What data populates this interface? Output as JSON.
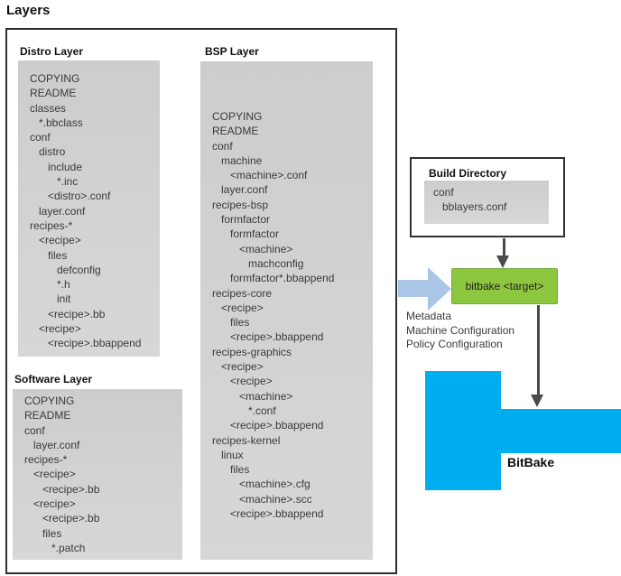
{
  "title": "Layers",
  "colors": {
    "box_gray": "#d1d1d1",
    "border_dark": "#2f2f2f",
    "arrow_dark": "#4a4a4a",
    "bitbake_green": "#8dc63f",
    "input_arrow_blue": "#a9c6e6",
    "bitbake_cyan": "#00aeef"
  },
  "layers_panel": {
    "distro": {
      "heading": "Distro Layer",
      "lines": [
        "COPYING",
        "README",
        "classes",
        "   *.bbclass",
        "conf",
        "   distro",
        "      include",
        "         *.inc",
        "      <distro>.conf",
        "   layer.conf",
        "recipes-*",
        "   <recipe>",
        "      files",
        "         defconfig",
        "         *.h",
        "         init",
        "      <recipe>.bb",
        "   <recipe>",
        "      <recipe>.bbappend"
      ]
    },
    "bsp": {
      "heading": "BSP Layer",
      "lines": [
        "COPYING",
        "README",
        "conf",
        "   machine",
        "      <machine>.conf",
        "   layer.conf",
        "recipes-bsp",
        "   formfactor",
        "      formfactor",
        "         <machine>",
        "            machconfig",
        "      formfactor*.bbappend",
        "recipes-core",
        "   <recipe>",
        "      files",
        "      <recipe>.bbappend",
        "recipes-graphics",
        "   <recipe>",
        "      <recipe>",
        "         <machine>",
        "            *.conf",
        "      <recipe>.bbappend",
        "recipes-kernel",
        "   linux",
        "      files",
        "         <machine>.cfg",
        "         <machine>.scc",
        "      <recipe>.bbappend"
      ]
    },
    "software": {
      "heading": "Software Layer",
      "lines": [
        "COPYING",
        "README",
        "conf",
        "   layer.conf",
        "recipes-*",
        "   <recipe>",
        "      <recipe>.bb",
        "   <recipe>",
        "      <recipe>.bb",
        "      files",
        "         *.patch"
      ]
    }
  },
  "build_directory": {
    "heading": "Build Directory",
    "lines": [
      "conf",
      "   bblayers.conf"
    ]
  },
  "bitbake_target": {
    "label": "bitbake <target>"
  },
  "input_labels": [
    "Metadata",
    "Machine Configuration",
    "Policy Configuration"
  ],
  "bitbake": {
    "label": "BitBake"
  }
}
